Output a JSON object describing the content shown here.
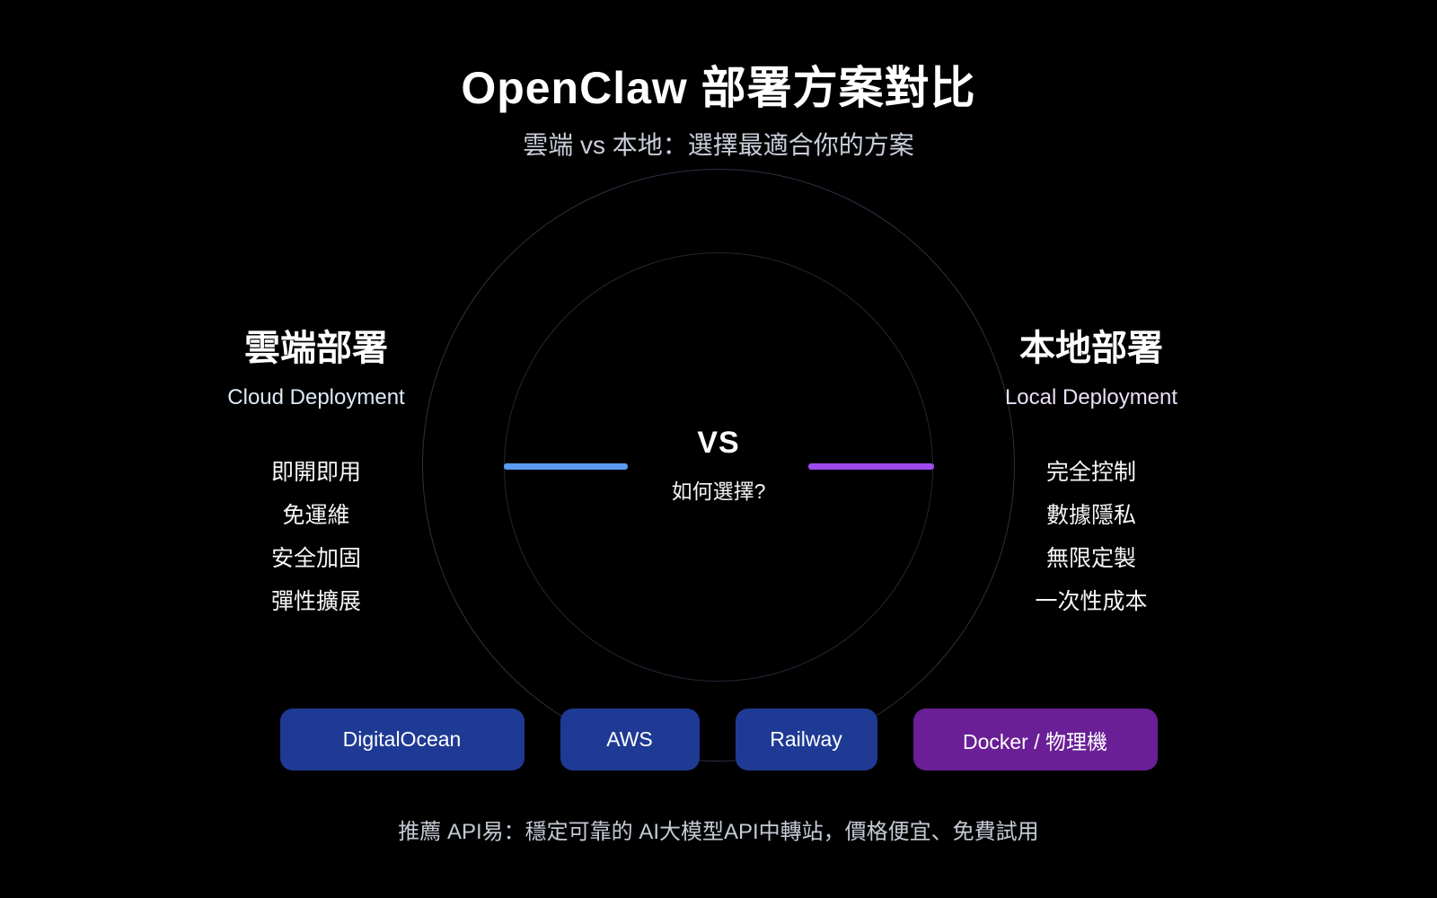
{
  "page": {
    "title": "OpenClaw 部署方案對比",
    "subtitle": "雲端 vs 本地：選擇最適合你的方案"
  },
  "cloud": {
    "heading": "雲端部署",
    "subheading": "Cloud Deployment",
    "features": [
      "即開即用",
      "免運維",
      "安全加固",
      "彈性擴展"
    ],
    "accent_color": "#599cf1"
  },
  "local": {
    "heading": "本地部署",
    "subheading": "Local Deployment",
    "features": [
      "完全控制",
      "數據隱私",
      "無限定製",
      "一次性成本"
    ],
    "accent_color": "#9c4bec"
  },
  "center": {
    "vs_label": "VS",
    "question": "如何選擇?"
  },
  "platforms": [
    {
      "label": "DigitalOcean",
      "color": "#1f3a94"
    },
    {
      "label": "AWS",
      "color": "#1f3a94"
    },
    {
      "label": "Railway",
      "color": "#1f3a94"
    },
    {
      "label": "Docker / 物理機",
      "color": "#6a1f96"
    }
  ],
  "footer": {
    "note": "推薦 API易：穩定可靠的 AI大模型API中轉站，價格便宜、免費試用"
  }
}
